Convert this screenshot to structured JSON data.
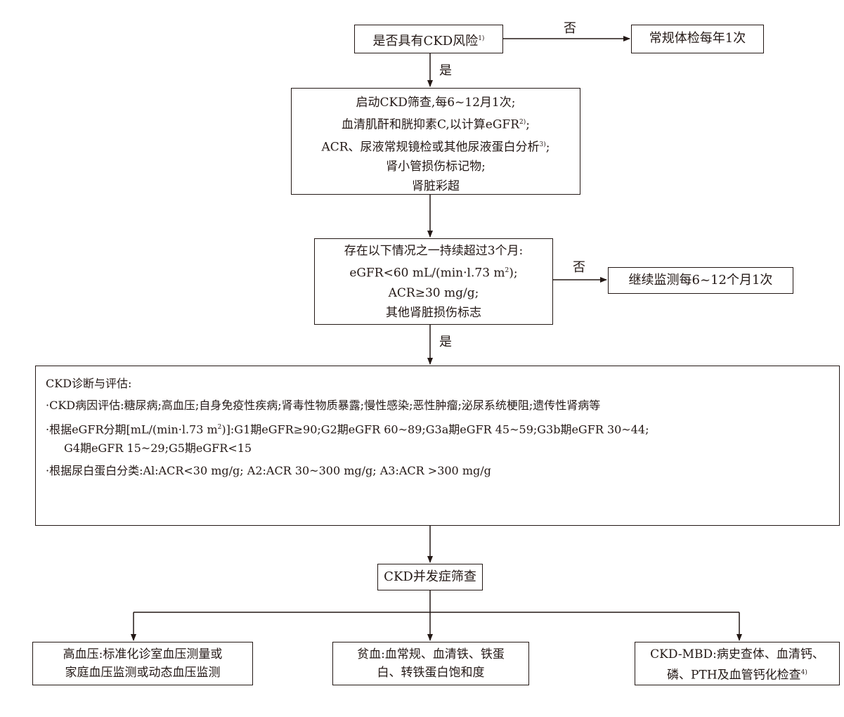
{
  "flow": {
    "risk": {
      "text": "是否具有CKD风险",
      "note": "1)"
    },
    "routine": "常规体检每年1次",
    "no_1": "否",
    "yes_1": "是",
    "screening": {
      "line1": "启动CKD筛查,每6~12月1次;",
      "line2": "血清肌酐和胱抑素C,以计算eGFR",
      "line2_note": "2)",
      "line2_tail": ";",
      "line3": "ACR、尿液常规镜检或其他尿液蛋白分析",
      "line3_note": "3)",
      "line3_tail": ";",
      "line4": "肾小管损伤标记物;",
      "line5": "肾脏彩超"
    },
    "persist": {
      "line1": "存在以下情况之一持续超过3个月:",
      "line2": "eGFR<60 mL/(min·l.73 m",
      "line2_sup": "2",
      "line2_tail": ");",
      "line3": "ACR≥30 mg/g;",
      "line4": "其他肾脏损伤标志"
    },
    "no_2": "否",
    "monitor": "继续监测每6~12个月1次",
    "yes_2": "是",
    "diagnosis": {
      "title": "CKD诊断与评估:",
      "item1": "·CKD病因评估:糖尿病;高血压;自身免疫性疾病;肾毒性物质暴露;慢性感染;恶性肿瘤;泌尿系统梗阻;遗传性肾病等",
      "item2a": "·根据eGFR分期[mL/(min·l.73 m",
      "item2a_sup": "2",
      "item2a_tail": ")]:G1期eGFR≥90;G2期eGFR 60~89;G3a期eGFR 45~59;G3b期eGFR 30~44;",
      "item2b": "G4期eGFR  15~29;G5期eGFR<15",
      "item3": "·根据尿白蛋白分类:Al:ACR<30 mg/g; A2:ACR 30~300 mg/g; A3:ACR >300 mg/g"
    },
    "complications": "CKD并发症筛查",
    "hypertension": {
      "line1": "高血压:标准化诊室血压测量或",
      "line2": "家庭血压监测或动态血压监测"
    },
    "anemia": {
      "line1": "贫血:血常规、血清铁、铁蛋",
      "line2": "白、转铁蛋白饱和度"
    },
    "mbd": {
      "line1": "CKD-MBD:病史查体、血清钙、",
      "line2": "磷、PTH及血管钙化检查",
      "line2_note": "4)"
    }
  }
}
